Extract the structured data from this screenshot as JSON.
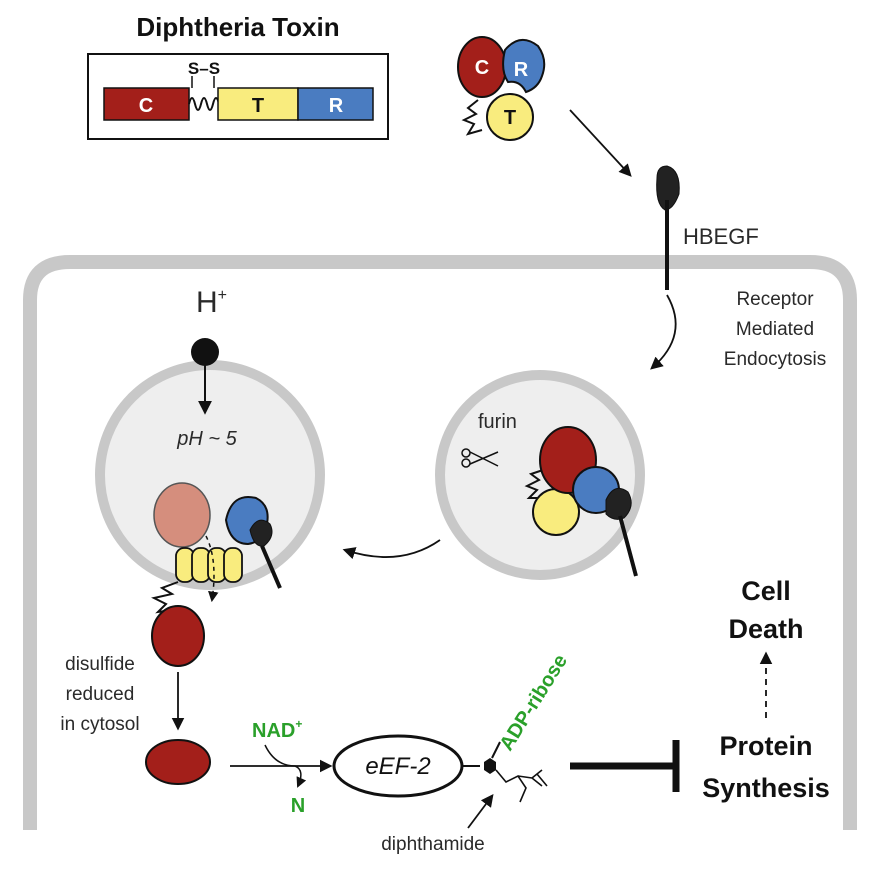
{
  "title": "Diphtheria Toxin",
  "toxin_domains": {
    "c": "C",
    "t": "T",
    "r": "R",
    "disulfide": "S–S"
  },
  "free_toxin": {
    "c": "C",
    "r": "R",
    "t": "T"
  },
  "receptor_label": "HBEGF",
  "endocytosis_label": [
    "Receptor",
    "Mediated",
    "Endocytosis"
  ],
  "proton_label": "H",
  "proton_sup": "+",
  "ph_label": "pH ~ 5",
  "furin_label": "furin",
  "disulfide_label": [
    "disulfide",
    "reduced",
    "in cytosol"
  ],
  "nad_label": "NAD",
  "nad_sup": "+",
  "n_label": "N",
  "eef2_label": "eEF-2",
  "adp_label": "ADP-ribose",
  "diphthamide_label": "diphthamide",
  "protein_synthesis_label": [
    "Protein",
    "Synthesis"
  ],
  "cell_death_label": [
    "Cell",
    "Death"
  ],
  "colors": {
    "c_domain": "#a31f1a",
    "t_domain": "#f9ec7e",
    "r_domain": "#4a7cc1",
    "membrane": "#c8c8c8",
    "endosome_fill": "#eeeeee",
    "green_text": "#2aa02a",
    "faded_c": "#d58e7d"
  },
  "icons": [
    "scissors-icon",
    "receptor-icon",
    "arrow-icon",
    "inhibition-icon"
  ]
}
